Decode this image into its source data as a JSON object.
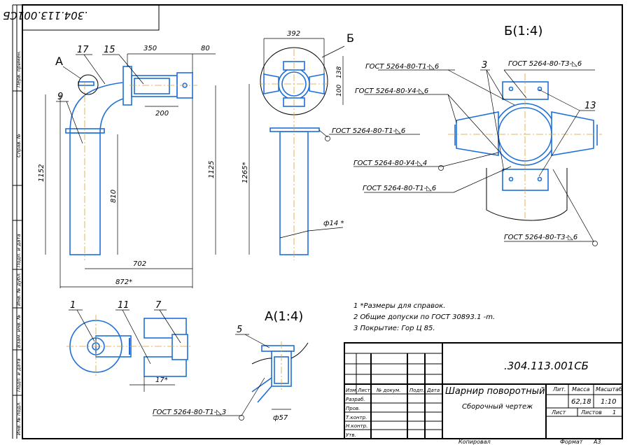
{
  "doc_code": ".304.113.001СБ",
  "doc_code_rotated": ".304.113.001СБ",
  "title": "Шарнир поворотный",
  "subtitle": "Сборочный чертеж",
  "mass": "62,18",
  "scale": "1:10",
  "sheet_label": "Лист",
  "sheets_label": "Листов",
  "sheets_count": "1",
  "copied": "Копировал",
  "format_label": "Формат",
  "format": "А3",
  "col_headers": {
    "lit": "Лит.",
    "mass": "Масса",
    "scale": "Масштаб"
  },
  "change_cols": [
    "Изм.",
    "Лист",
    "№ докум.",
    "Подп.",
    "Дата"
  ],
  "roles": [
    "Разраб.",
    "Пров.",
    "Т.контр.",
    "Н.контр.",
    "Утв."
  ],
  "left_strip": [
    "Перв. примен.",
    "Справ. №",
    "Подп. и дата",
    "Инв. № дубл.",
    "Взам. инв. №",
    "Подп. и дата",
    "Инв. № подл."
  ],
  "notes": [
    "1  *Размеры для справок.",
    "2  Общие допуски по ГОСТ 30893.1 -m.",
    "3  Покрытие: Гор Ц 85."
  ],
  "views": {
    "b": "Б",
    "b_title": "Б(1:4)",
    "a": "А",
    "a_title": "А(1:4)"
  },
  "positions": [
    "1",
    "3",
    "5",
    "7",
    "9",
    "11",
    "13",
    "15",
    "17"
  ],
  "dims": {
    "d392": "392",
    "d350": "350",
    "d80": "80",
    "d200": "200",
    "d138": "138",
    "d100": "100",
    "d1152": "1152",
    "d810": "810",
    "d1125": "1125",
    "d1265": "1265*",
    "d702": "702",
    "d872": "872*",
    "d14": "ф14 *",
    "d17": "17*",
    "d57": "ф57"
  },
  "welds": {
    "w1": "ГОСТ 5264-80-Т1-◺6",
    "w2": "ГОСТ 5264-80-Т3-◺6",
    "w3": "ГОСТ 5264-80-У4-◺6",
    "w4": "ГОСТ 5264-80-У4-◺4",
    "w5": "ГОСТ 5264-80-Т1-◺6",
    "w6": "ГОСТ 5264-80-Т3-◺6",
    "w7": "ГОСТ 5264-80-Т1-◺6",
    "w8": "ГОСТ 5264-80-Т1-◺3"
  }
}
